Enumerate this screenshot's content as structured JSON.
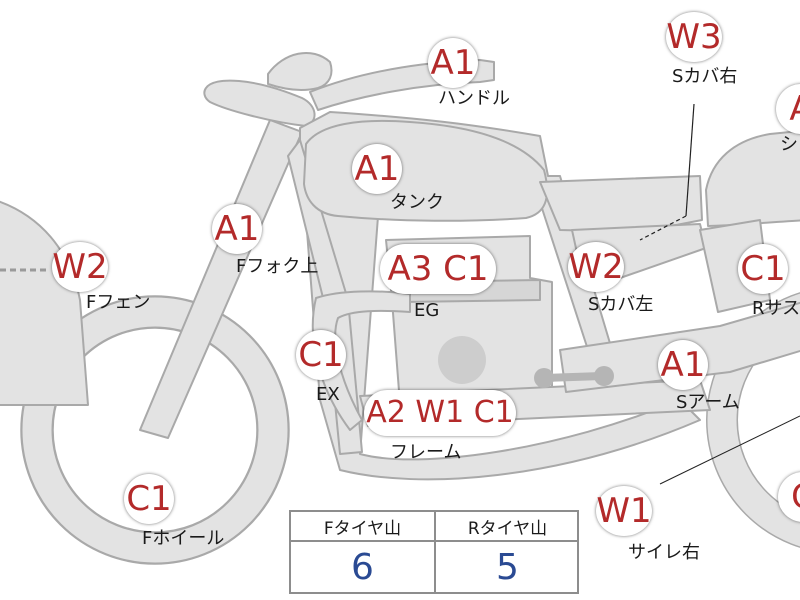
{
  "colors": {
    "body_fill": "#e3e3e3",
    "body_stroke": "#a9a9a9",
    "grade_text": "#b32a2a",
    "tire_value": "#2a4a93"
  },
  "parts": [
    {
      "id": "handle",
      "grade": "A1",
      "label": "ハンドル"
    },
    {
      "id": "seat-cover-right",
      "grade": "W3",
      "label": "Sカバ右"
    },
    {
      "id": "seat",
      "grade": "A",
      "label": "シ"
    },
    {
      "id": "tank",
      "grade": "A1",
      "label": "タンク"
    },
    {
      "id": "front-fork-upper",
      "grade": "A1",
      "label": "Fフォク上"
    },
    {
      "id": "front-fender",
      "grade": "W2",
      "label": "Fフェン"
    },
    {
      "id": "engine",
      "grade": "A3 C1",
      "label": "EG"
    },
    {
      "id": "seat-cover-left",
      "grade": "W2",
      "label": "Sカバ左"
    },
    {
      "id": "rear-suspension",
      "grade": "C1",
      "label": "Rサス"
    },
    {
      "id": "exhaust",
      "grade": "C1",
      "label": "EX"
    },
    {
      "id": "frame",
      "grade": "A2 W1 C1",
      "label": "フレーム"
    },
    {
      "id": "swing-arm",
      "grade": "A1",
      "label": "Sアーム"
    },
    {
      "id": "front-wheel",
      "grade": "C1",
      "label": "Fホイール"
    },
    {
      "id": "silencer-right",
      "grade": "W1",
      "label": "サイレ右"
    },
    {
      "id": "rear-wheel",
      "grade": "C",
      "label": ""
    }
  ],
  "tire_table": {
    "front_label": "Fタイヤ山",
    "rear_label": "Rタイヤ山",
    "front_value": "6",
    "rear_value": "5"
  }
}
